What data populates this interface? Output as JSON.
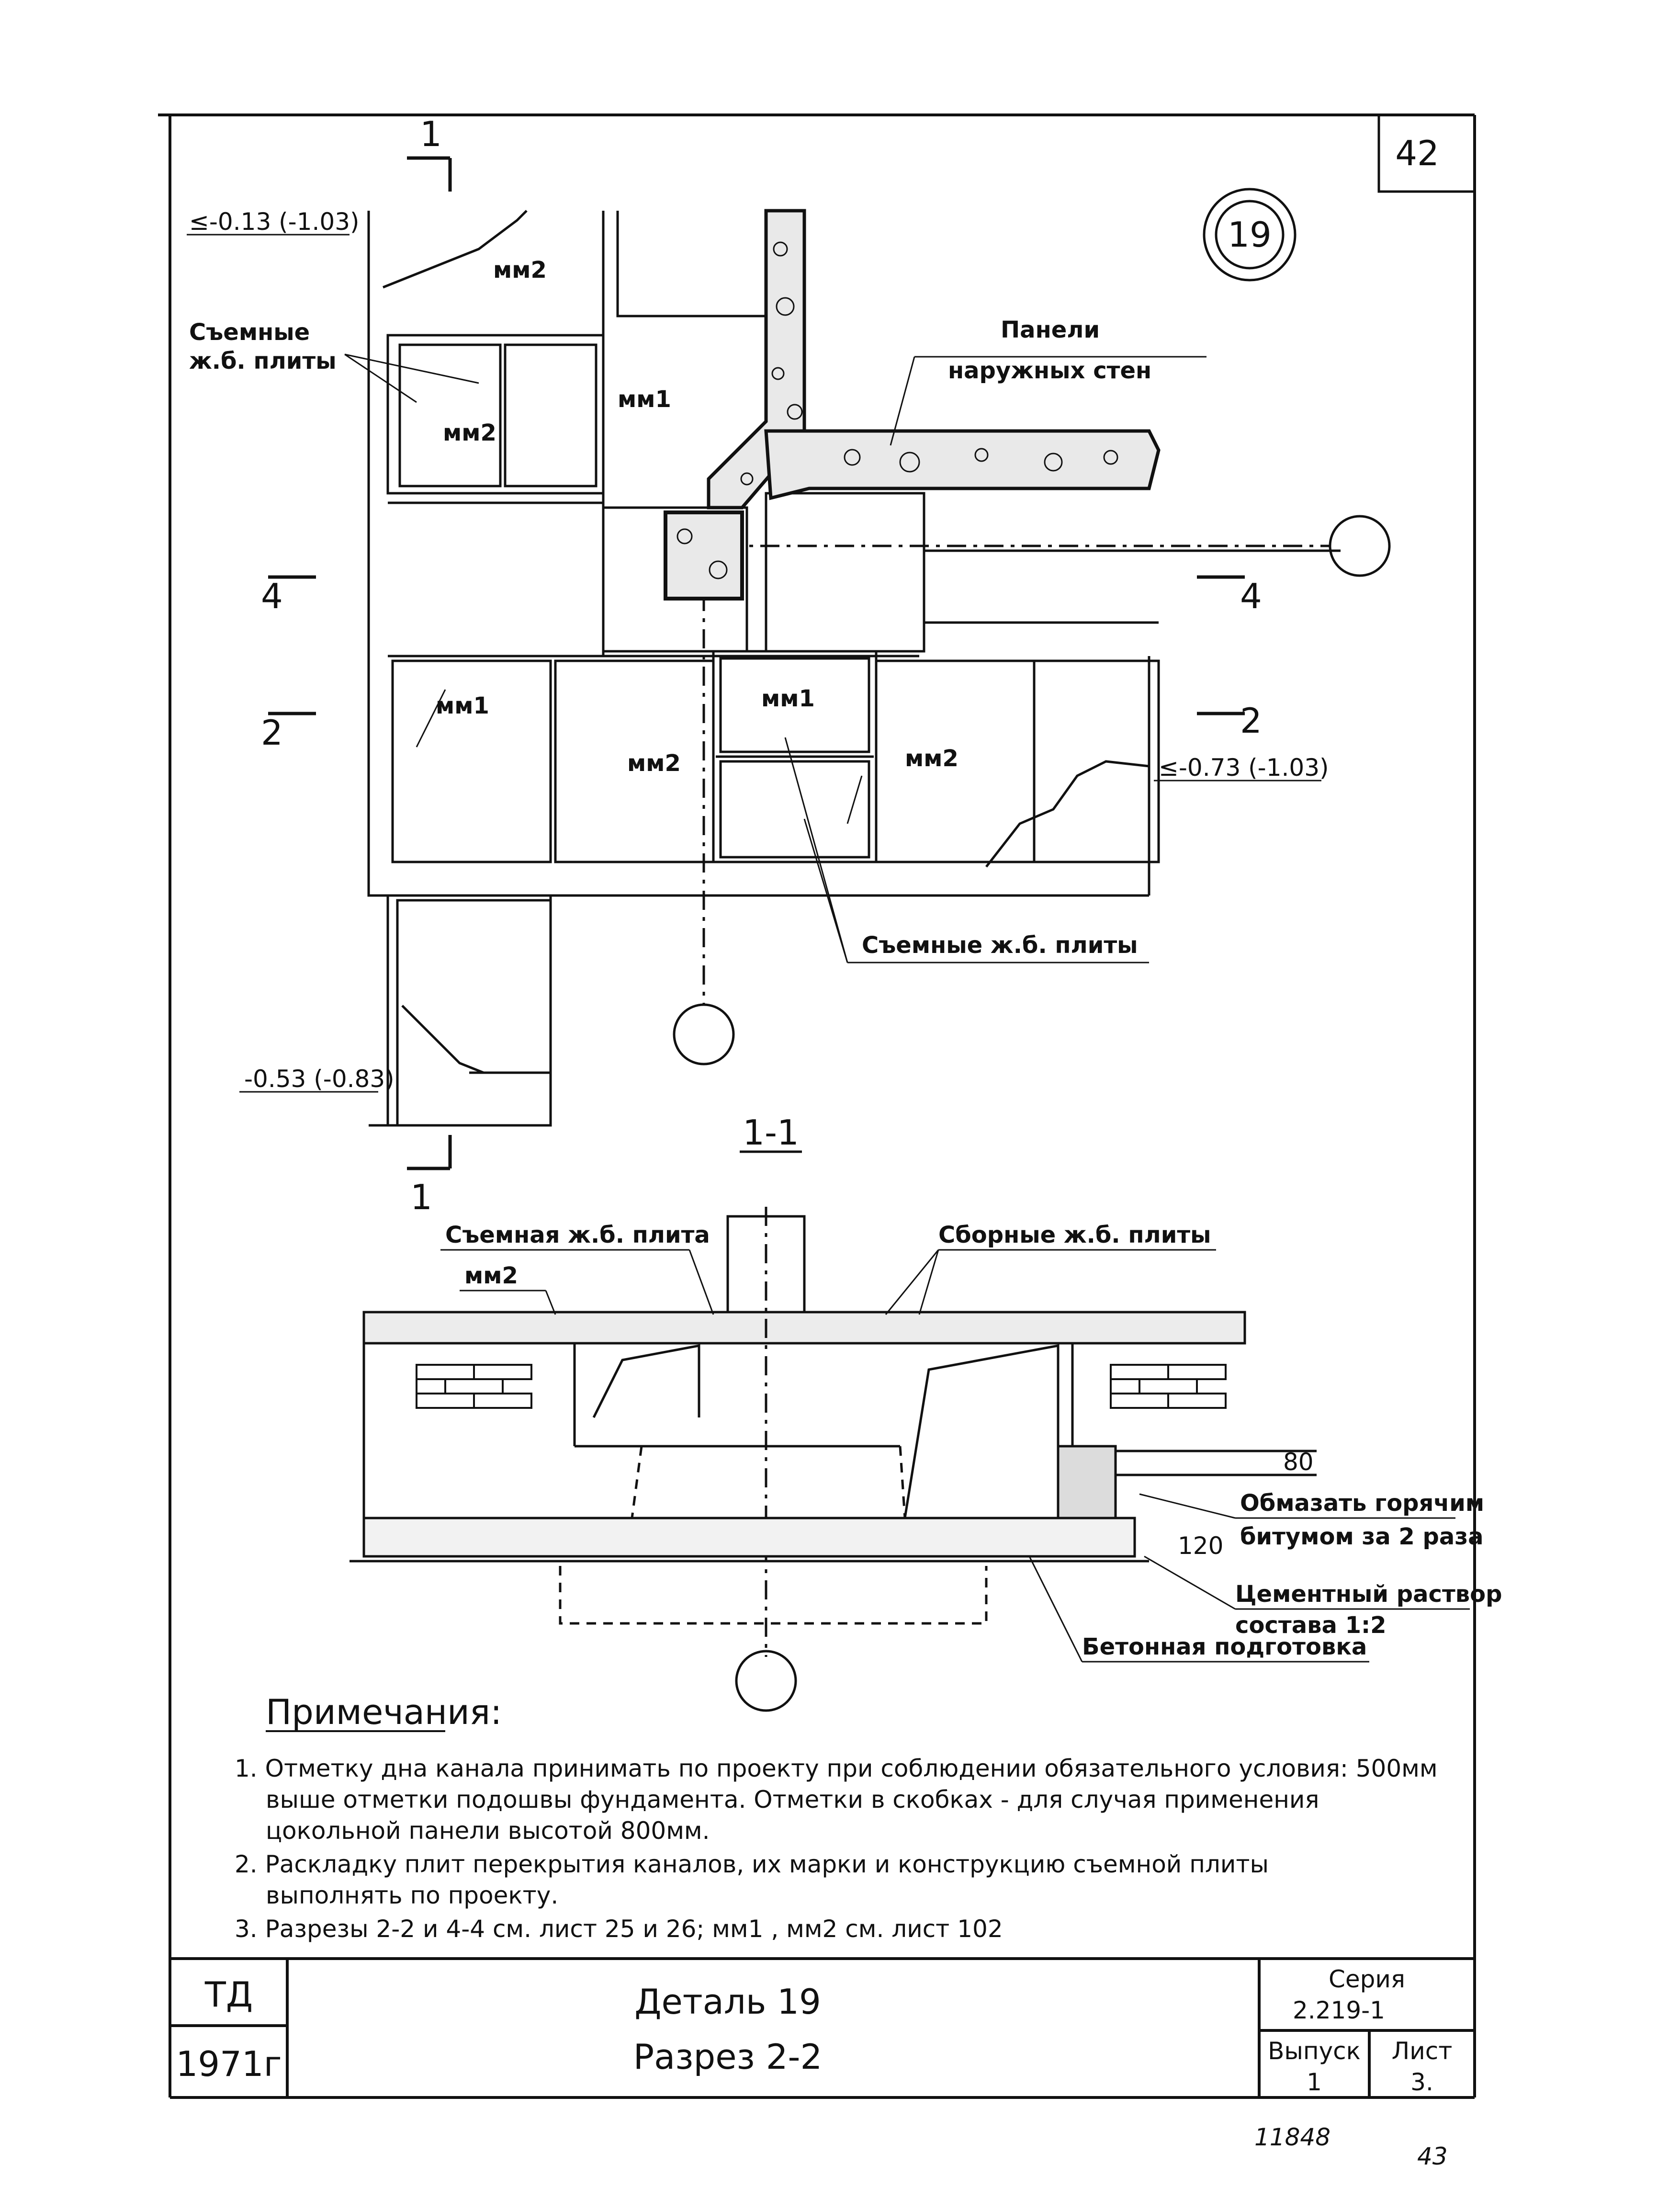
{
  "sheet_number_top": "42",
  "detail_circle": "19",
  "plan": {
    "level_top_left": "≤-0.13 (-1.03)",
    "level_right": "≤-0.73 (-1.03)",
    "level_bottom_left": "-0.53 (-0.83)",
    "label_removable_slabs_1": "Съемные",
    "label_removable_slabs_2": "ж.б. плиты",
    "label_panels_1": "Панели",
    "label_panels_2": "наружных стен",
    "label_removable_slabs_bottom": "Съемные ж.б. плиты",
    "mark_mm2_a": "мм2",
    "mark_mm2_b": "мм2",
    "mark_mm1_a": "мм1",
    "mark_mm1_b": "мм1",
    "mark_mm1_c": "мм1",
    "mark_mm2_c": "мм2",
    "mark_mm2_d": "мм2",
    "cut_1_top": "1",
    "cut_1_bottom": "1",
    "cut_4_left": "4",
    "cut_4_right": "4",
    "cut_2_left": "2",
    "cut_2_right": "2"
  },
  "section": {
    "title": "1-1",
    "label_removable_slab": "Съемная ж.б. плита",
    "mark_mm2": "мм2",
    "label_precast_slabs": "Сборные ж.б. плиты",
    "label_bitumen_1": "Обмазать горячим",
    "label_bitumen_2": "битумом за 2 раза",
    "label_mortar_1": "Цементный раствор",
    "label_mortar_2": "состава 1:2",
    "label_concrete_prep": "Бетонная подготовка",
    "dim_80": "80",
    "dim_120": "120"
  },
  "notes": {
    "heading": "Примечания:",
    "lines": [
      "1. Отметку дна канала принимать по проекту при соблюдении обязательного условия: 500мм",
      "выше отметки подошвы фундамента. Отметки в скобках - для случая применения",
      "цокольной панели высотой 800мм.",
      "2. Раскладку плит перекрытия каналов, их марки и конструкцию съемной плиты",
      "выполнять по проекту.",
      "3. Разрезы 2-2 и 4-4 см. лист 25 и 26; мм1 , мм2 см. лист 102"
    ]
  },
  "title_block": {
    "org": "ТД",
    "year": "1971г",
    "title_line1": "Деталь 19",
    "title_line2": "Разрез 2-2",
    "series_label": "Серия",
    "series_value": "2.219-1",
    "issue_label": "Выпуск",
    "issue_value": "1",
    "sheet_label": "Лист",
    "sheet_value": "3."
  },
  "footer": {
    "inventory_number": "11848",
    "page_number": "43"
  }
}
